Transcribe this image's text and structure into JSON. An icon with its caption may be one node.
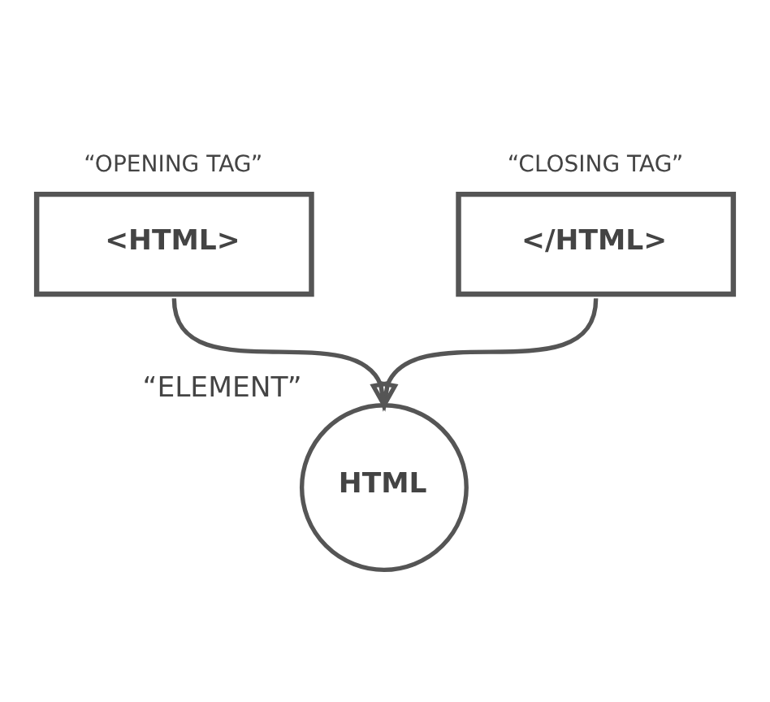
{
  "diagram": {
    "nodes": [
      {
        "text": [
          "“OPENING TAG”",
          "<HTML>"
        ]
      },
      {
        "text": [
          "“CLOSING TAG”",
          "</HTML>"
        ]
      },
      {
        "text": [
          "HTML"
        ],
        "beside": [
          "“ELEMENT”"
        ]
      }
    ],
    "edges": [
      {
        "from": 0,
        "to": 2,
        "arrow": "to"
      },
      {
        "from": 1,
        "to": 2,
        "arrow": "to"
      }
    ]
  }
}
